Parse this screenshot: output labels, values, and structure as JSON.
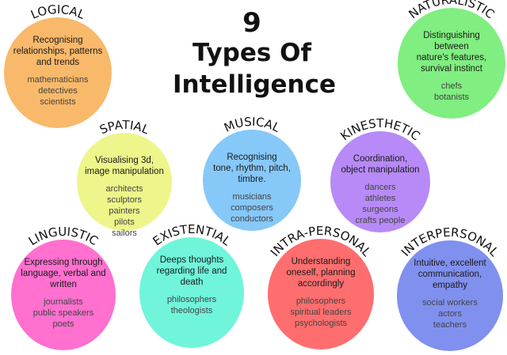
{
  "title": {
    "number": "9",
    "line1": "Types Of",
    "line2": "Intelligence"
  },
  "types": [
    {
      "id": "logical",
      "label": "LOGICAL",
      "color": "#F9B96A",
      "description": [
        "Recognising",
        "relationships, patterns",
        "and trends"
      ],
      "examples": [
        "mathematicians",
        "detectives",
        "scientists"
      ]
    },
    {
      "id": "naturalistic",
      "label": "NATURALISTIC",
      "color": "#80EE80",
      "description": [
        "Distinguishing",
        "between",
        "nature's features,",
        "survival instinct"
      ],
      "examples": [
        "chefs",
        "botanists"
      ]
    },
    {
      "id": "spatial",
      "label": "SPATIAL",
      "color": "#EEF58A",
      "description": [
        "Visualising 3d,",
        "image manipulation"
      ],
      "examples": [
        "architects",
        "sculptors",
        "painters",
        "pilots",
        "sailors"
      ]
    },
    {
      "id": "musical",
      "label": "MUSICAL",
      "color": "#86C8F8",
      "description": [
        "Recognising",
        "tone, rhythm, pitch,",
        "timbre."
      ],
      "examples": [
        "musicians",
        "composers",
        "conductors"
      ]
    },
    {
      "id": "kinesthetic",
      "label": "KINESTHETIC",
      "color": "#B78AF7",
      "description": [
        "Coordination,",
        "object manipulation"
      ],
      "examples": [
        "dancers",
        "athletes",
        "surgeons",
        "crafts people"
      ]
    },
    {
      "id": "linguistic",
      "label": "LINGUISTIC",
      "color": "#FF70CF",
      "description": [
        "Expressing through",
        "language, verbal and",
        "written"
      ],
      "examples": [
        "journalists",
        "public speakers",
        "poets"
      ]
    },
    {
      "id": "existential",
      "label": "EXISTENTIAL",
      "color": "#70F5DB",
      "description": [
        "Deeps thoughts",
        "regarding life and",
        "death"
      ],
      "examples": [
        "philosophers",
        "theologists"
      ]
    },
    {
      "id": "intra-personal",
      "label": "INTRA-PERSONAL",
      "color": "#FF6E6E",
      "description": [
        "Understanding",
        "oneself, planning",
        "accordingly"
      ],
      "examples": [
        "philosophers",
        "spiritual leaders",
        "psychologists"
      ]
    },
    {
      "id": "interpersonal",
      "label": "INTERPERSONAL",
      "color": "#8090EF",
      "description": [
        "Intuitive, excellent",
        "communication,",
        "empathy"
      ],
      "examples": [
        "social workers",
        "actors",
        "teachers"
      ]
    }
  ]
}
